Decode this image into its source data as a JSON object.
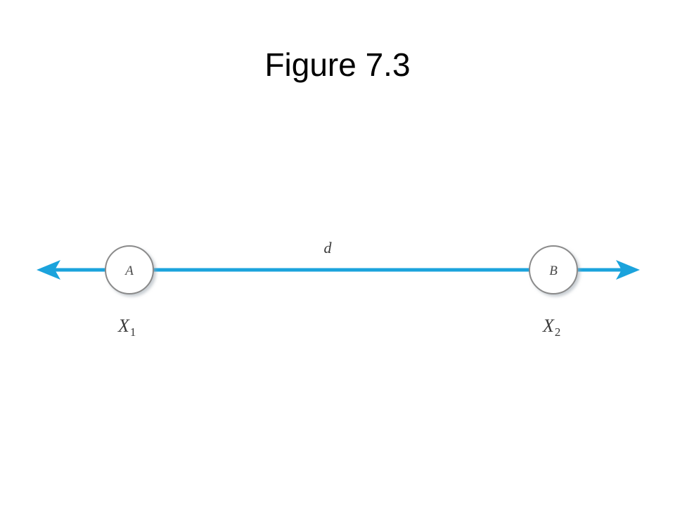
{
  "title": "Figure 7.3",
  "diagram": {
    "distance_label": "d",
    "nodes": [
      {
        "label": "A",
        "position_base": "X",
        "position_sub": "1"
      },
      {
        "label": "B",
        "position_base": "X",
        "position_sub": "2"
      }
    ]
  },
  "colors": {
    "line": "#1ba3dc",
    "node_fill": "#ffffff",
    "node_stroke": "#8a8a8a",
    "text": "#3a3a3a"
  }
}
